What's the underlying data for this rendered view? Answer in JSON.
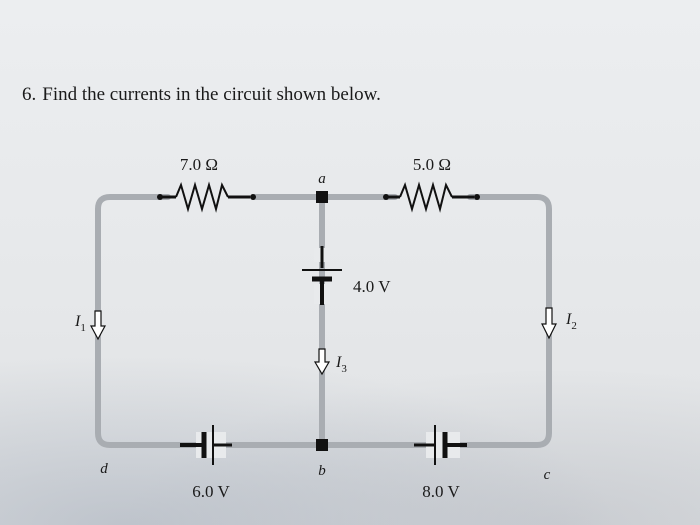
{
  "problem": {
    "number": "6.",
    "text": "Find the currents in the circuit shown below."
  },
  "circuit": {
    "resistor_left": "7.0 Ω",
    "resistor_right": "5.0 Ω",
    "battery_middle": "4.0 V",
    "battery_left": "6.0 V",
    "battery_right": "8.0 V",
    "node_a": "a",
    "node_b": "b",
    "node_c": "c",
    "node_d": "d",
    "current_1": {
      "symbol": "I",
      "subscript": "1"
    },
    "current_2": {
      "symbol": "I",
      "subscript": "2"
    },
    "current_3": {
      "symbol": "I",
      "subscript": "3"
    }
  }
}
